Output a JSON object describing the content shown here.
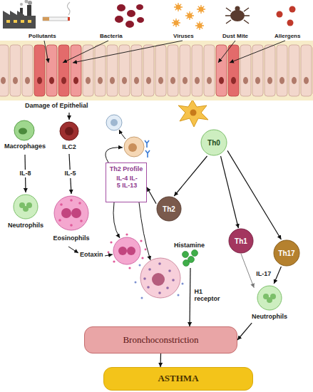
{
  "diagram": {
    "nodes": [
      {
        "text": [
          "Damage of Epithelial"
        ]
      },
      {
        "text": [
          "Macrophages"
        ]
      },
      {
        "text": [
          "Neutrophils"
        ]
      },
      {
        "text": [
          "ILC2"
        ]
      },
      {
        "text": [
          "Eosinophils"
        ]
      },
      {
        "text": [
          "Th0"
        ]
      },
      {
        "text": [
          "Th2 Profile",
          "IL-4 IL-5 IL-13"
        ]
      },
      {
        "text": [
          "Th2"
        ]
      },
      {
        "text": [
          "Th1"
        ]
      },
      {
        "text": [
          "Th17"
        ]
      },
      {
        "text": [
          "Histamine"
        ]
      },
      {
        "text": [
          "Neutrophils"
        ]
      },
      {
        "text": [
          "Bronchoconstriction"
        ]
      },
      {
        "text": [
          "ASTHMA"
        ]
      }
    ],
    "edges": [
      {
        "from": 0,
        "to": 3,
        "arrow": "to"
      },
      {
        "from": 1,
        "to": 2,
        "label": "IL-8",
        "arrow": "to"
      },
      {
        "from": 3,
        "to": 4,
        "label": "IL-5",
        "arrow": "to"
      },
      {
        "from": 5,
        "to": 7,
        "arrow": "to"
      },
      {
        "from": 5,
        "to": 8,
        "arrow": "to"
      },
      {
        "from": 5,
        "to": 9,
        "arrow": "to"
      },
      {
        "from": 7,
        "to": 6,
        "arrow": "to"
      },
      {
        "from": 9,
        "to": 11,
        "label": "IL-17",
        "arrow": "to"
      },
      {
        "from": 8,
        "to": 11,
        "arrow": "to"
      },
      {
        "from": 10,
        "to": 12,
        "label": "H1 receptor",
        "arrow": "to"
      },
      {
        "from": 11,
        "to": 12,
        "arrow": "to"
      },
      {
        "from": 12,
        "to": 13,
        "arrow": "to"
      }
    ],
    "labels": [
      "Pollutants",
      "Bacteria",
      "Viruses",
      "Dust Mite",
      "Allergens",
      "Eotaxin"
    ]
  }
}
